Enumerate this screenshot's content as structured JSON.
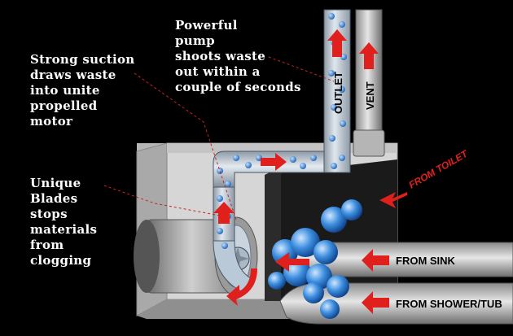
{
  "callouts": {
    "pump": "Powerful\npump\nshoots waste\nout within a\ncouple of seconds",
    "suction": "Strong suction\ndraws waste\ninto unite\npropelled\nmotor",
    "blades": "Unique\nBlades\nstops\nmaterials\nfrom\nclogging"
  },
  "pipes": {
    "outlet": "OUTLET",
    "vent": "VENT",
    "from_toilet": "FROM TOILET",
    "from_sink": "FROM SINK",
    "from_shower": "FROM SHOWER/TUB"
  },
  "colors": {
    "background": "#000000",
    "arrow": "#e0201c",
    "housing": "#d2d2d2",
    "pipe": "#c8c8c8",
    "water_pipe": "#b9c9d8",
    "bubble": "#2f7fd0"
  }
}
